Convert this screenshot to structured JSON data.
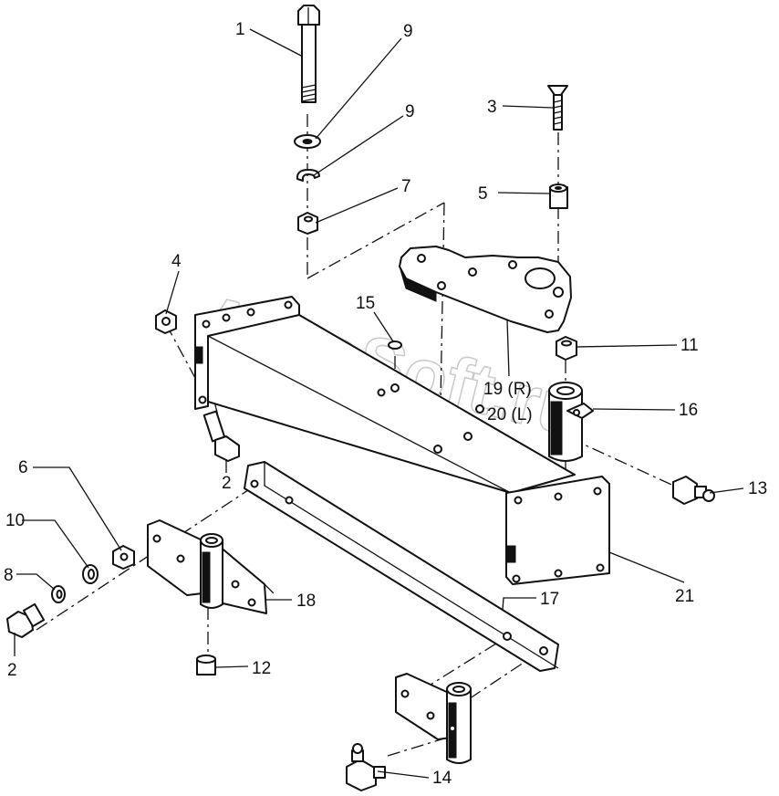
{
  "watermark": "AutoSoft.ru",
  "callouts": {
    "c1": "1",
    "c9a": "9",
    "c9b": "9",
    "c7": "7",
    "c3": "3",
    "c5": "5",
    "c4": "4",
    "c15": "15",
    "c11": "11",
    "c19": "19 (R)",
    "c20": "20 (L)",
    "c16": "16",
    "c13": "13",
    "c2a": "2",
    "c6": "6",
    "c10": "10",
    "c8": "8",
    "c2b": "2",
    "c18": "18",
    "c17": "17",
    "c21": "21",
    "c12": "12",
    "c14": "14"
  }
}
